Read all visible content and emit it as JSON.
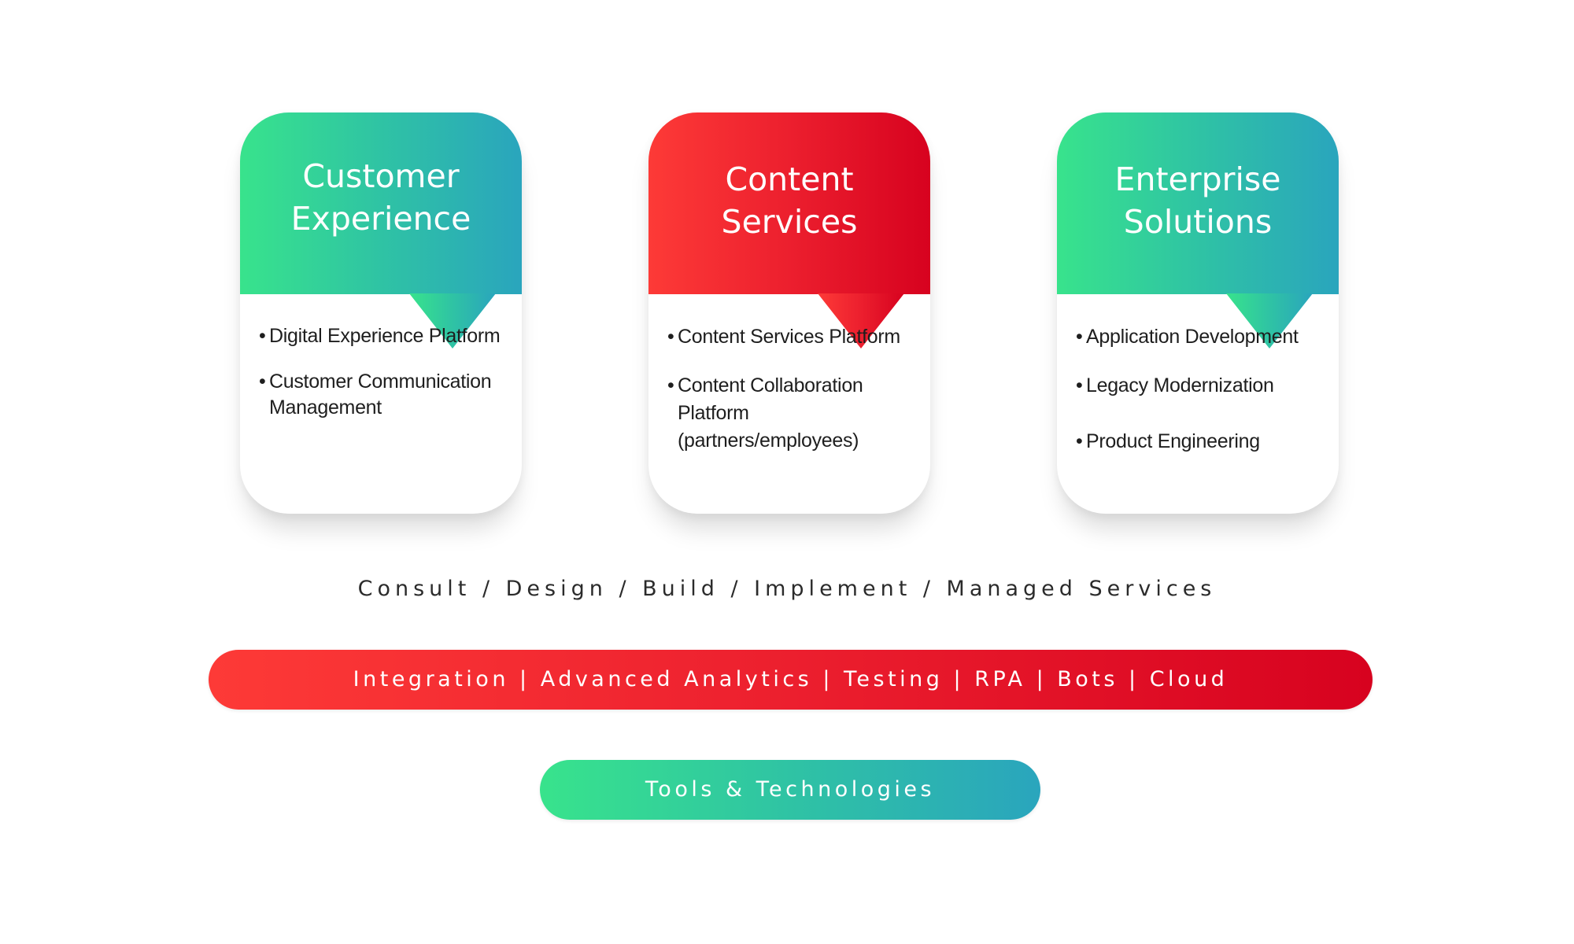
{
  "cards": [
    {
      "title": "Customer\nExperience",
      "items": [
        "Digital Experience Platform",
        "Customer Communication Management"
      ]
    },
    {
      "title": "Content\nServices",
      "items": [
        "Content Services Platform",
        "Content Collaboration Platform (partners/employees)"
      ]
    },
    {
      "title": "Enterprise\nSolutions",
      "items": [
        "Application Development",
        "Legacy Modernization",
        "Product Engineering"
      ]
    }
  ],
  "bullet_symbol": "•",
  "tagline": "Consult / Design / Build / Implement / Managed Services",
  "capabilities_bar": "Integration | Advanced Analytics | Testing | RPA | Bots | Cloud",
  "tools_bar": "Tools & Technologies",
  "colors": {
    "green_start": "#38e38c",
    "green_end": "#2aa5bd",
    "red_start": "#fd3a37",
    "red_end": "#d7021f"
  }
}
